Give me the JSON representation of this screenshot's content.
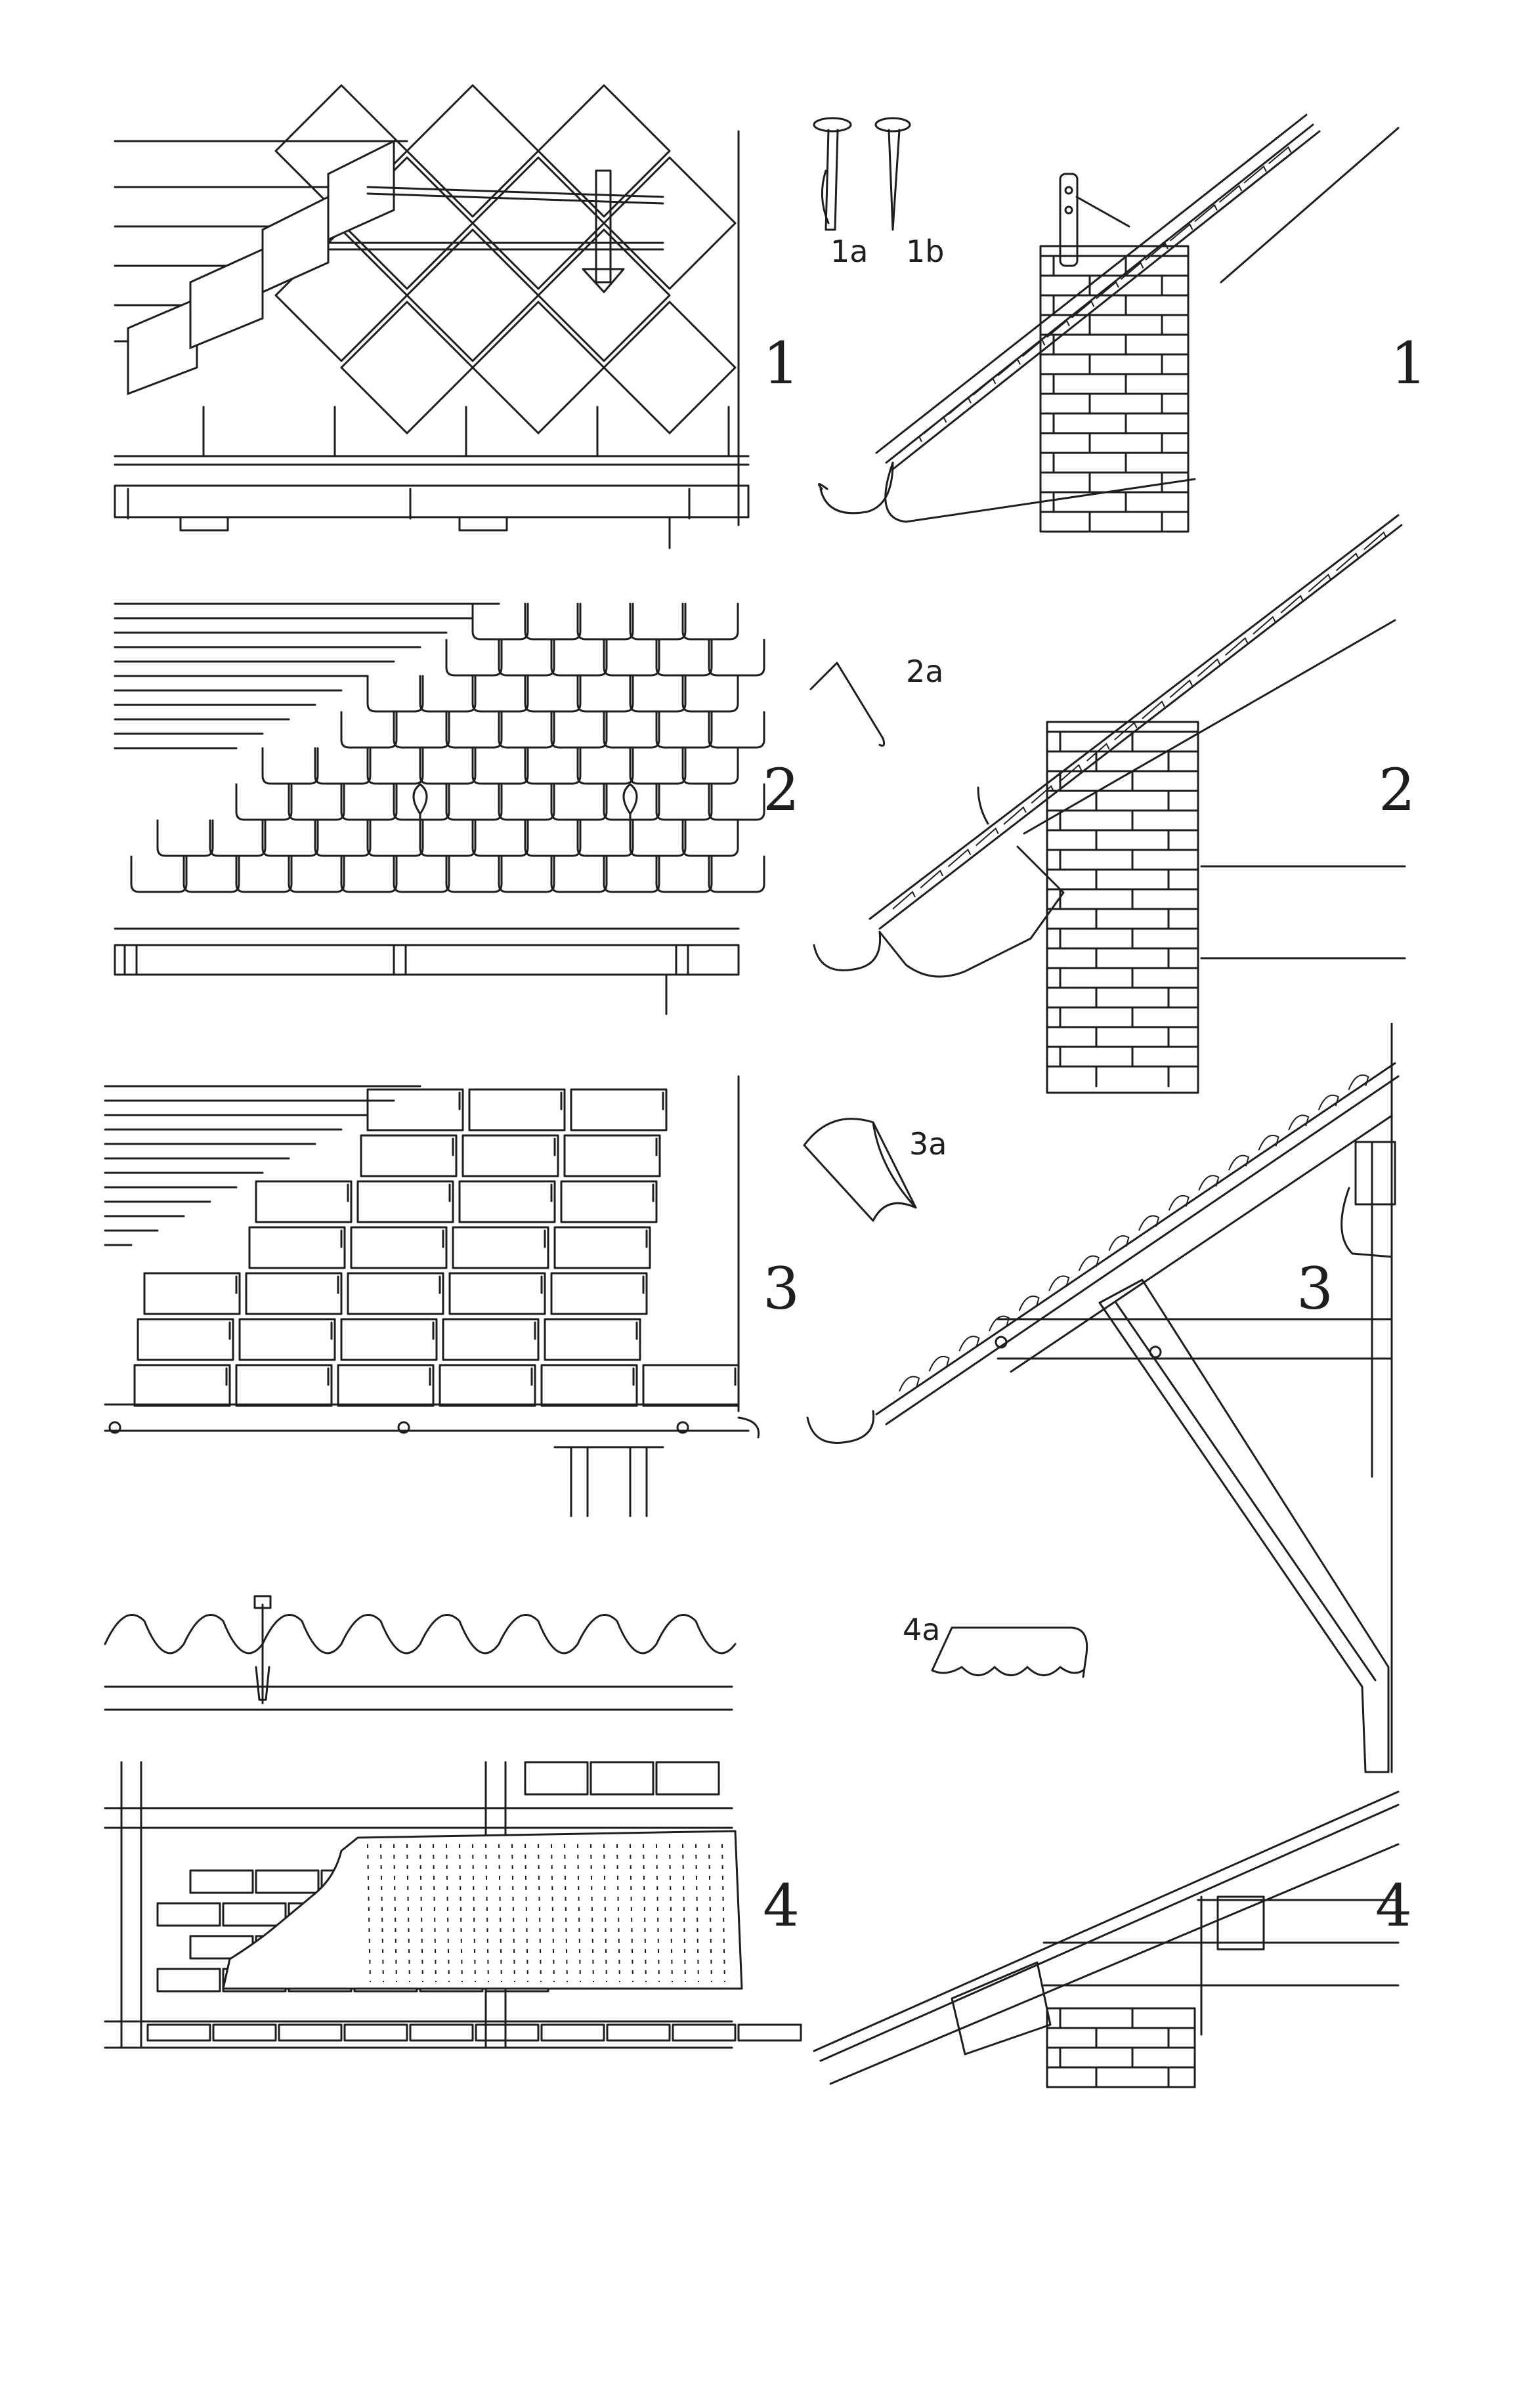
{
  "figures": [
    {
      "id": "1",
      "elevation_label": "1",
      "section_label": "1",
      "detail_labels": [
        "1a",
        "1b"
      ]
    },
    {
      "id": "2",
      "elevation_label": "2",
      "section_label": "2",
      "detail_labels": [
        "2a"
      ]
    },
    {
      "id": "3",
      "elevation_label": "3",
      "section_label": "3",
      "detail_labels": [
        "3a"
      ]
    },
    {
      "id": "4",
      "elevation_label": "4",
      "section_label": "4",
      "detail_labels": [
        "4a"
      ]
    }
  ]
}
